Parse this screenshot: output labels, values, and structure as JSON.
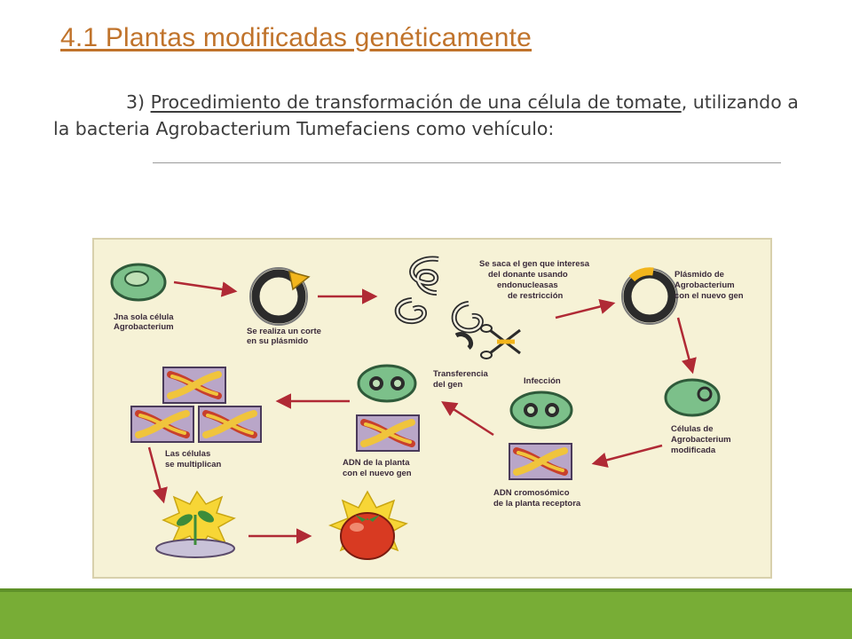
{
  "slide": {
    "title": "4.1 Plantas modificadas genéticamente",
    "intro": {
      "prefix": "3) ",
      "underlined": "Procedimiento de transformación de una célula de tomate",
      "rest": ", utilizando a la bacteria Agrobacterium Tumefaciens como vehículo:"
    }
  },
  "diagram": {
    "labels": {
      "step1": [
        "Jna sola célula",
        "Agrobacterium"
      ],
      "step2": [
        "Se realiza un corte",
        "en su plásmido"
      ],
      "step3": [
        "Se saca el gen que interesa",
        "del donante usando",
        "endonucleasas",
        "de restricción"
      ],
      "step4": [
        "Plásmido de",
        "Agrobacterium",
        "con el nuevo gen"
      ],
      "step5": [
        "Células de",
        "Agrobacterium",
        "modificada"
      ],
      "step6": [
        "Infección"
      ],
      "step7": [
        "ADN cromosómico",
        "de la planta receptora"
      ],
      "step8": [
        "Transferencia",
        "del gen"
      ],
      "step9": [
        "ADN de la planta",
        "con el nuevo gen"
      ],
      "step10": [
        "Las células",
        "se multiplican"
      ]
    },
    "colors": {
      "background": "#f6f2d6",
      "cell_green": "#7cc08a",
      "plasmid_dark": "#2b2b2b",
      "cut_yellow": "#f2b51c",
      "arrow_red": "#b02a35",
      "chromosome_box": "#b9a6c8",
      "chromosome_yellow": "#f0c43c",
      "chromosome_red": "#c8402c",
      "tomato_red": "#d83a22",
      "burst_yellow": "#f7d636",
      "plant_green": "#3d8c3a"
    }
  }
}
